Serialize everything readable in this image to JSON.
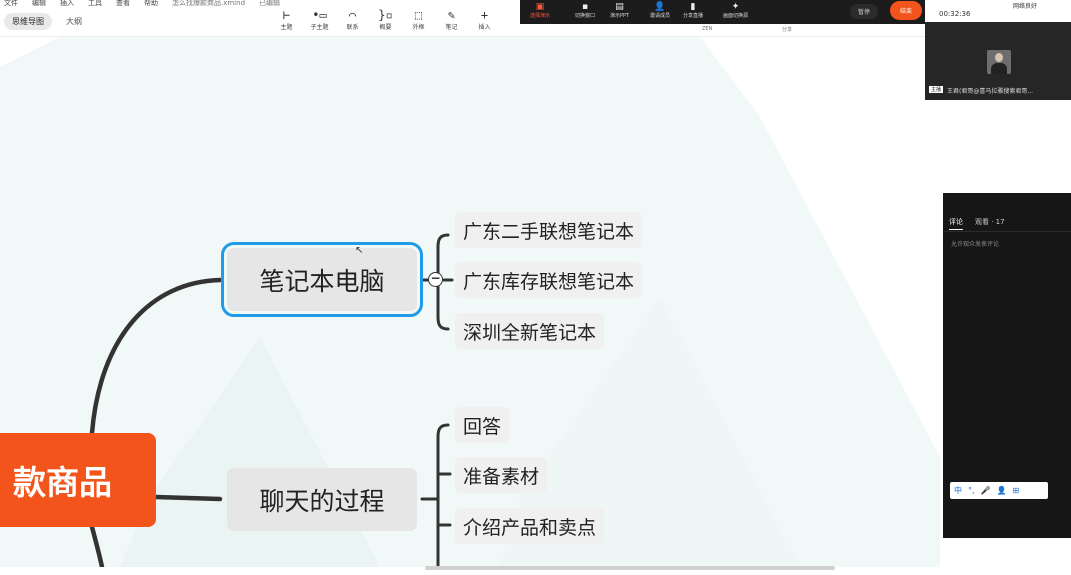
{
  "menubar": {
    "items": [
      "文件",
      "编辑",
      "插入",
      "工具",
      "查看",
      "帮助"
    ],
    "filename": "怎么找爆款商品.xmind",
    "status": "已编辑"
  },
  "view_tabs": [
    "思维导图",
    "大纲"
  ],
  "toolbar": {
    "items": [
      {
        "label": "主题",
        "icon": "topic-icon"
      },
      {
        "label": "子主题",
        "icon": "subtopic-icon"
      },
      {
        "label": "联系",
        "icon": "relationship-icon"
      },
      {
        "label": "概要",
        "icon": "summary-icon"
      },
      {
        "label": "外框",
        "icon": "boundary-icon"
      },
      {
        "label": "笔记",
        "icon": "note-icon"
      },
      {
        "label": "插入",
        "icon": "plus-icon"
      }
    ]
  },
  "mindmap": {
    "root": "款商品",
    "branches": [
      {
        "label": "笔记本电脑",
        "selected": true,
        "children": [
          "广东二手联想笔记本",
          "广东库存联想笔记本",
          "深圳全新笔记本"
        ]
      },
      {
        "label": "聊天的过程",
        "selected": false,
        "children": [
          "回答",
          "准备素材",
          "介绍产品和卖点"
        ]
      }
    ],
    "collapse_symbol": "−"
  },
  "share_panel": {
    "buttons": [
      "选择演示",
      "切换窗口",
      "演示PPT",
      "邀请成员",
      "分享直播",
      "画面切换源"
    ],
    "group_labels": [
      "ZEN",
      "分享"
    ],
    "pause_label": "暂停",
    "end_label": "结束"
  },
  "statusbar": {
    "time": "00:32:36",
    "network": "网络良好"
  },
  "video": {
    "badge": "主播",
    "name": "王君(君哥@喜马拉雅搜索君哥..."
  },
  "comments": {
    "tab_comments": "评论",
    "tab_viewers": "观看 · 17",
    "placeholder": "允许观众发表评论"
  },
  "ime": {
    "items": [
      "中",
      "°,",
      "🎤",
      "👤",
      "⊞"
    ]
  },
  "colors": {
    "root": "#f2541b",
    "selection": "#1e9be9",
    "node_bg": "#e6e6e6"
  }
}
